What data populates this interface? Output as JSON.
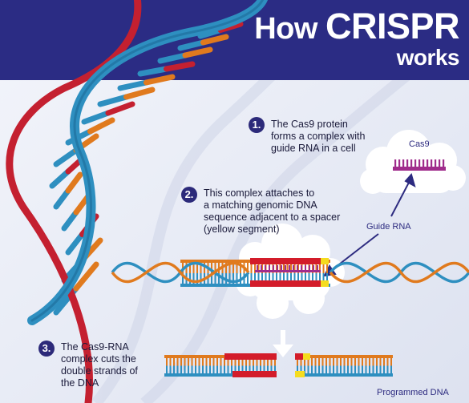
{
  "title": {
    "line1_prefix": "How",
    "line1_main": "CRISPR",
    "line2": "works"
  },
  "steps": [
    {
      "number": "1.",
      "lines": [
        "The Cas9 protein",
        "forms a complex with",
        "guide RNA in a cell"
      ]
    },
    {
      "number": "2.",
      "lines": [
        "This complex attaches to",
        "a matching genomic DNA",
        "sequence adjacent to a spacer",
        "(yellow segment)"
      ]
    },
    {
      "number": "3.",
      "lines": [
        "The Cas9-RNA",
        "complex cuts the",
        "double strands of",
        "the DNA"
      ]
    }
  ],
  "labels": {
    "cas9": "Cas9",
    "guide_rna": "Guide RNA",
    "programmed_dna": "Programmed DNA"
  },
  "colors": {
    "header_band": "#2b2c84",
    "background": "#e9ecf6",
    "badge": "#2c2a7a",
    "dna_blue": "#2e8fc0",
    "dna_orange": "#e07a1e",
    "helix_red": "#c42030",
    "cut_red": "#d31c2a",
    "spacer_yellow": "#f5dc1e",
    "guide_rna_purple": "#a02c8c",
    "text_dark": "#1a1a3a",
    "label_navy": "#2d2b80"
  },
  "icons": [
    "dna-helix-illustration",
    "cloud-shape",
    "down-arrow-icon"
  ]
}
